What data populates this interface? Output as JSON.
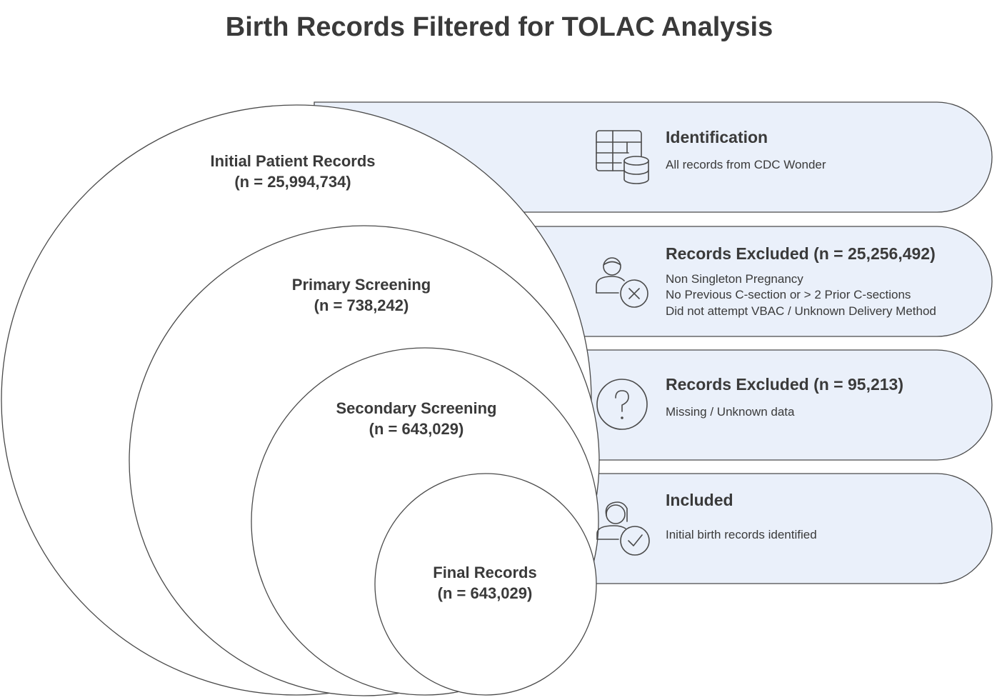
{
  "title": "Birth Records Filtered for TOLAC Analysis",
  "stages": [
    {
      "circle_label": "Initial Patient Records",
      "circle_count": "(n = 25,994,734)",
      "heading": "Identification",
      "icon": "table-database-icon",
      "description": [
        "All records from CDC Wonder"
      ]
    },
    {
      "circle_label": "Primary Screening",
      "circle_count": "(n = 738,242)",
      "heading": "Records Excluded (n = 25,256,492)",
      "icon": "person-remove-icon",
      "description": [
        "Non Singleton Pregnancy",
        "No Previous C-section or > 2 Prior C-sections",
        "Did not attempt VBAC / Unknown Delivery Method"
      ]
    },
    {
      "circle_label": "Secondary Screening",
      "circle_count": "(n = 643,029)",
      "heading": "Records Excluded (n = 95,213)",
      "icon": "question-circle-icon",
      "description": [
        "Missing / Unknown data"
      ]
    },
    {
      "circle_label": "Final Records",
      "circle_count": "(n = 643,029)",
      "heading": "Included",
      "icon": "person-check-icon",
      "description": [
        "Initial birth records identified"
      ]
    }
  ],
  "colors": {
    "band_fill": "#eaf0fa",
    "stroke": "#4a4a4a",
    "text": "#3a3a3a"
  }
}
